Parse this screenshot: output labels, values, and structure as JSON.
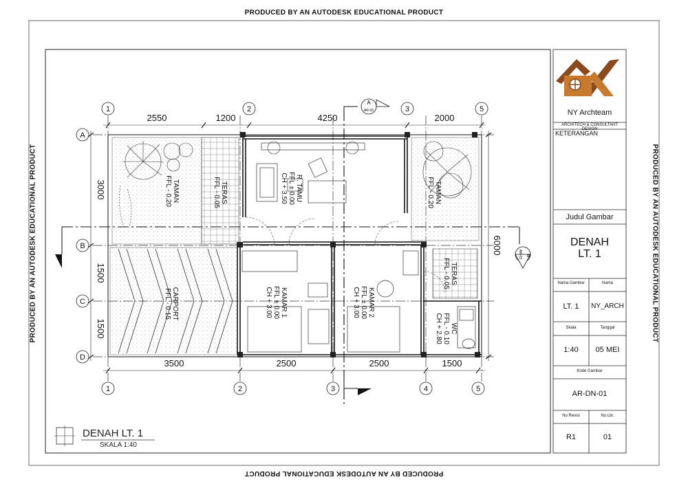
{
  "watermark": "PRODUCED BY AN AUTODESK EDUCATIONAL PRODUCT",
  "grid": {
    "numbers": [
      "1",
      "2",
      "3",
      "4",
      "5"
    ],
    "letters": [
      "A",
      "B",
      "C",
      "D"
    ]
  },
  "dimensions": {
    "top": [
      "2550",
      "1200",
      "4250",
      "2000"
    ],
    "bottom": [
      "3500",
      "2500",
      "2500",
      "1500"
    ],
    "left": [
      "3000",
      "1500",
      "1500"
    ],
    "right": "6000"
  },
  "section_markers": {
    "a_top": "A",
    "a_sheet": "AR-03",
    "b_right": "B",
    "b_sheet": "AR-03"
  },
  "rooms": {
    "taman_left": {
      "name": "TAMAN",
      "level": "FFL - 0.20"
    },
    "teras_top": {
      "name": "TERAS",
      "level": "FFL - 0.05"
    },
    "r_tamu": {
      "name": "R. TAMU",
      "level": "FFL ± 0.00",
      "ceiling": "CH + 3.50"
    },
    "taman_right": {
      "name": "TAMAN",
      "level": "FFL - 0.20"
    },
    "carport": {
      "name": "CARPORT",
      "level": "FFL - 0.15"
    },
    "kamar1": {
      "name": "KAMAR 1",
      "level": "FFL ± 0.00",
      "ceiling": "CH + 3.00"
    },
    "kamar2": {
      "name": "KAMAR 2",
      "level": "FFL ± 0.00",
      "ceiling": "CH + 3.00"
    },
    "teras_right": {
      "name": "TERAS",
      "level": "FFL - 0.05"
    },
    "wc": {
      "name": "WC",
      "level": "FFL - 0.10",
      "ceiling": "CH + 2.80"
    }
  },
  "drawing_title": {
    "title": "DENAH LT. 1",
    "scale": "SKALA 1:40"
  },
  "title_block": {
    "company": "NY Archteam",
    "tagline": "ARCHITECH & CONSULTANT DESIGN",
    "keterangan": "KETERANGAN",
    "judul_label": "Judul Gambar",
    "judul_line1": "DENAH",
    "judul_line2": "LT. 1",
    "nama_gambar_label": "Nama Gambar",
    "nama_label": "Nama",
    "nama_gambar": "LT. 1",
    "nama": "NY_ARCH",
    "skala_label": "Skala",
    "tanggal_label": "Tanggal",
    "skala": "1:40",
    "tanggal": "05 MEI",
    "kode_label": "Kode Gambar",
    "kode": "AR-DN-01",
    "revisi_label": "No Revisi",
    "lbr_label": "No Lbr.",
    "revisi": "R1",
    "lbr": "01"
  },
  "colors": {
    "logo_brown": "#8b4a1c",
    "logo_orange": "#c77a2e"
  }
}
